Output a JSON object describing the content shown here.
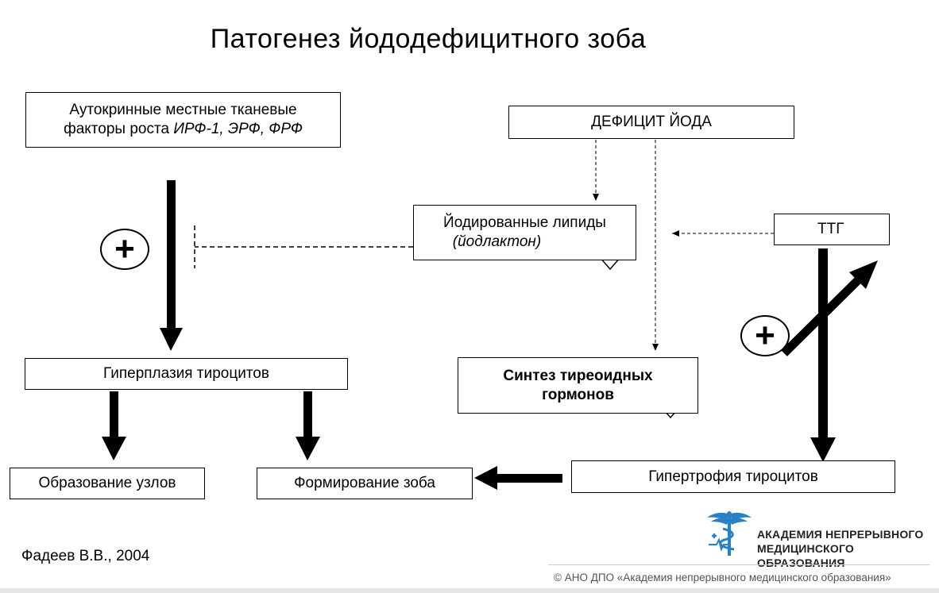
{
  "title": "Патогенез йододефицитного зоба",
  "nodes": {
    "autocrine": {
      "line1": "Аутокринные местные тканевые",
      "line2_plain": "факторы роста ",
      "line2_italic": "ИРФ-1, ЭРФ, ФРФ"
    },
    "deficit": "ДЕФИЦИТ ЙОДА",
    "lipids": {
      "line1": "Йодированные липиды",
      "line2": "(йодлактон)"
    },
    "ttg": "ТТГ",
    "hyperplasia": "Гиперплазия тироцитов",
    "synthesis": {
      "line1": "Синтез тиреоидных",
      "line2": "гормонов"
    },
    "nodules": "Образование узлов",
    "goiter": "Формирование зоба",
    "hypertrophy": "Гипертрофия тироцитов"
  },
  "plus_sign": "+",
  "citation": "Фадеев В.В., 2004",
  "logo": {
    "line1": "АКАДЕМИЯ НЕПРЕРЫВНОГО",
    "line2": "МЕДИЦИНСКОГО ОБРАЗОВАНИЯ"
  },
  "copyright": "© АНО ДПО «Академия непрерывного медицинского образования»",
  "colors": {
    "logo_blue": "#2b7fc3",
    "line": "#000000"
  }
}
